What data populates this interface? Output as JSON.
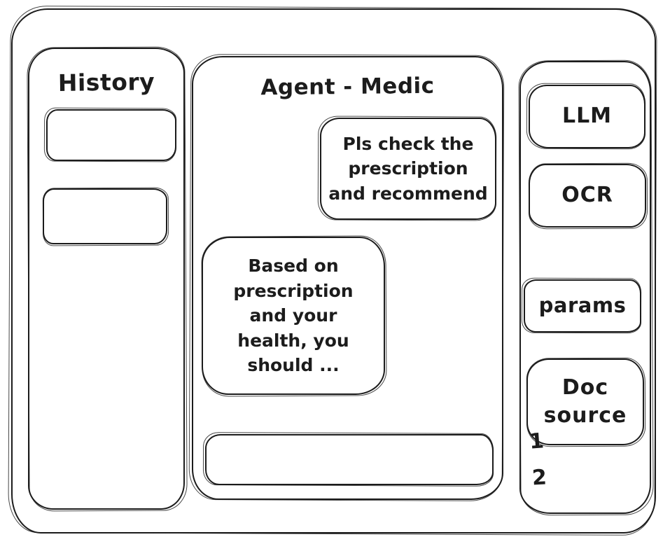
{
  "window": {
    "stroke_color": "#1c1c1c",
    "background": "#ffffff"
  },
  "history_panel": {
    "title": "History",
    "items": [
      {
        "label": ""
      },
      {
        "label": ""
      }
    ]
  },
  "chat_panel": {
    "title": "Agent - Medic",
    "messages": [
      {
        "role": "user",
        "text": "Pls check the\nprescription\nand recommend"
      },
      {
        "role": "assistant",
        "text": "Based on\nprescription\nand your\nhealth, you\nshould ..."
      }
    ],
    "input": {
      "value": "",
      "placeholder": ""
    }
  },
  "tools_panel": {
    "buttons": [
      {
        "label": "LLM"
      },
      {
        "label": "OCR"
      },
      {
        "label": "params"
      },
      {
        "label": "Doc source"
      }
    ],
    "doc_source_items": [
      {
        "label": "1"
      },
      {
        "label": "2"
      }
    ]
  }
}
